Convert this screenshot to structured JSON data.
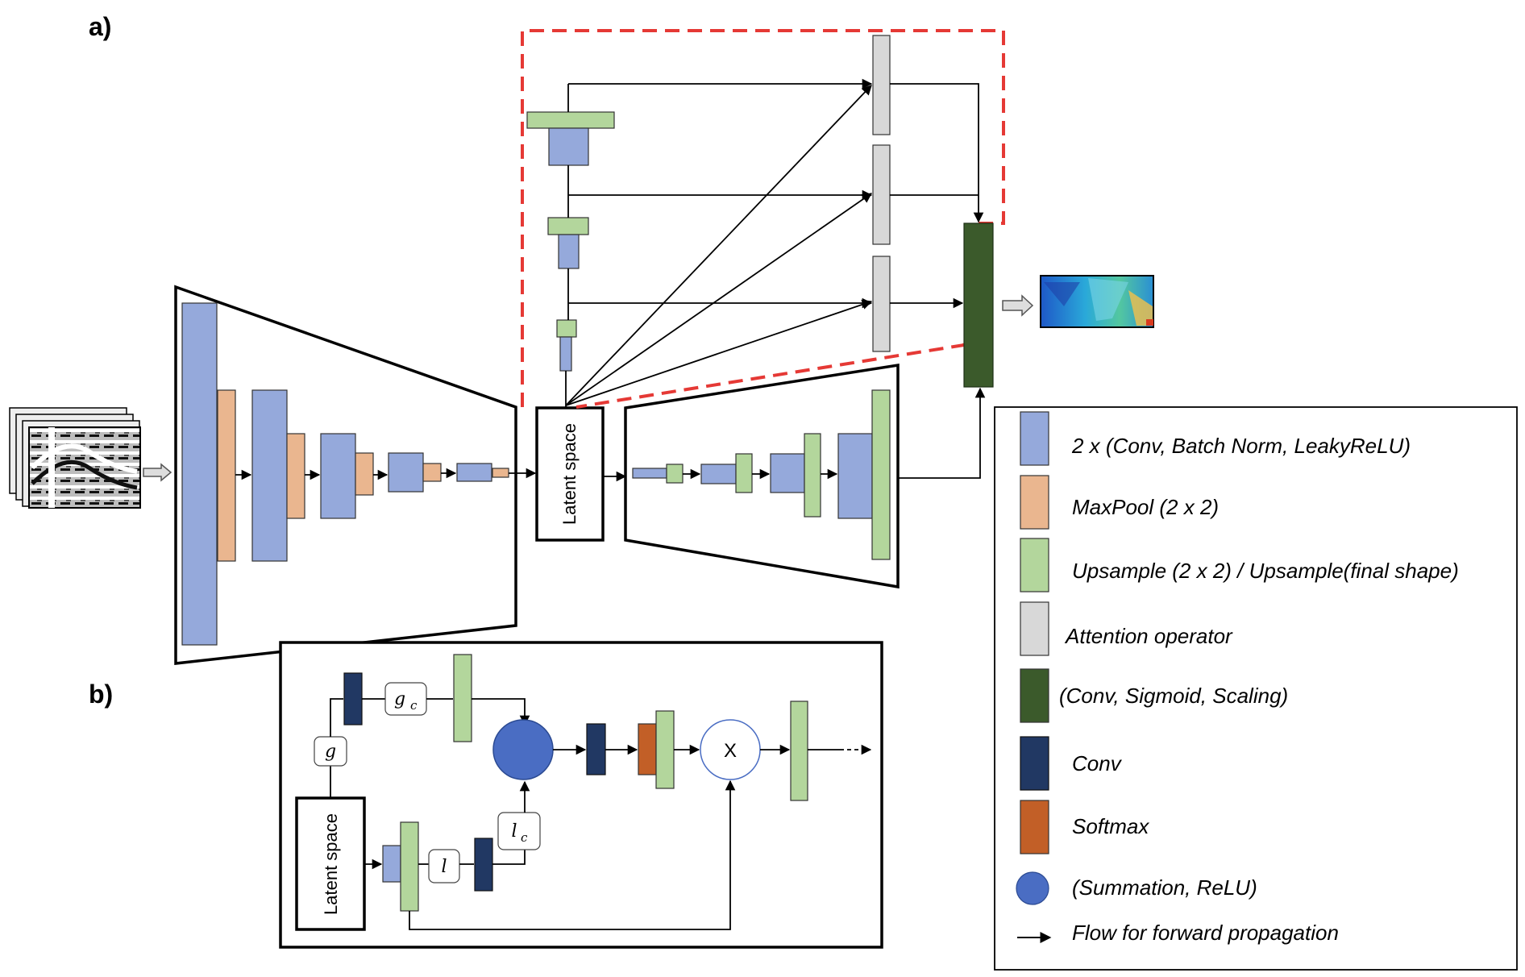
{
  "panels": {
    "a_label": "a)",
    "b_label": "b)"
  },
  "latent": {
    "a_text": "Latent space",
    "b_text": "Latent space"
  },
  "attention_block": {
    "g": "g",
    "gc_main": "g",
    "gc_sub": "c",
    "l": "l",
    "lc_main": "l",
    "lc_sub": "c",
    "multiply": "X"
  },
  "legend": {
    "items": [
      {
        "label": "2 x (Conv, Batch Norm, LeakyReLU)",
        "color": "#95a9db"
      },
      {
        "label": "MaxPool (2 x 2)",
        "color": "#eab68f"
      },
      {
        "label": "Upsample (2 x 2) / Upsample(final shape)",
        "color": "#b3d69c"
      },
      {
        "label": "Attention operator",
        "color": "#d8d8d8"
      },
      {
        "label": "(Conv, Sigmoid, Scaling)",
        "color": "#3b5a2b"
      },
      {
        "label": "Conv",
        "color": "#213863"
      },
      {
        "label": "Softmax",
        "color": "#c25f27"
      },
      {
        "label": "(Summation, ReLU)",
        "color": "#4a6dc3"
      },
      {
        "label": "Flow for forward propagation",
        "color": "#000000"
      }
    ]
  },
  "colors": {
    "attention_box_border": "#e53935",
    "summation_node": "#4a6dc3"
  }
}
